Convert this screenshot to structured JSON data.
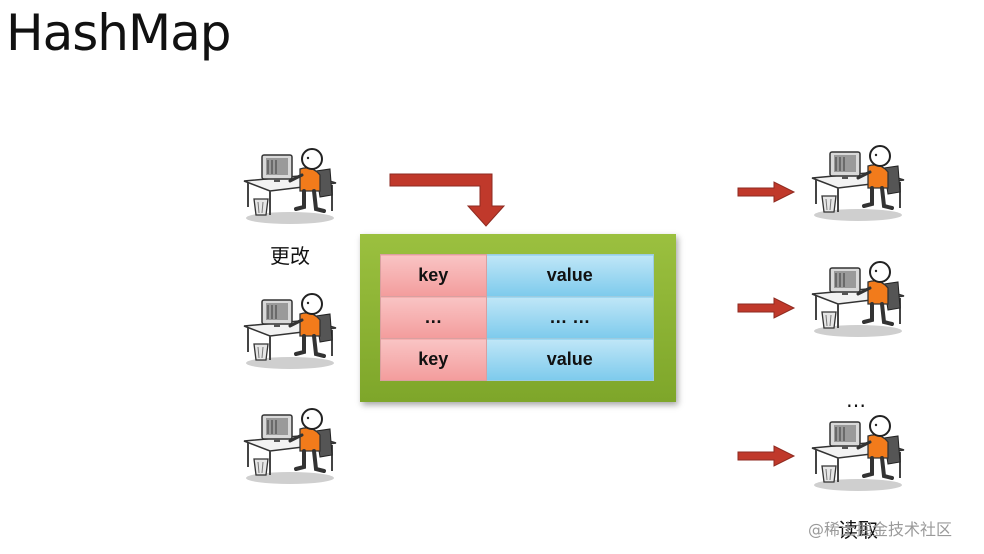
{
  "title": "HashMap",
  "writers": {
    "caption": "更改"
  },
  "readers": {
    "caption": "读取",
    "ellipsis": "…"
  },
  "map": {
    "rows": [
      {
        "key": "key",
        "value": "value"
      },
      {
        "key": "…",
        "value": "… …"
      },
      {
        "key": "key",
        "value": "value"
      }
    ]
  },
  "watermark": "@稀土掘金技术社区",
  "colors": {
    "arrow": "#c0392b",
    "box_green": "#8db535",
    "key_cell": "#f5a9a9",
    "value_cell": "#9fd8f2",
    "shirt": "#f27b1b"
  },
  "icons": [
    "person-at-computer-icon",
    "arrow-icon"
  ]
}
